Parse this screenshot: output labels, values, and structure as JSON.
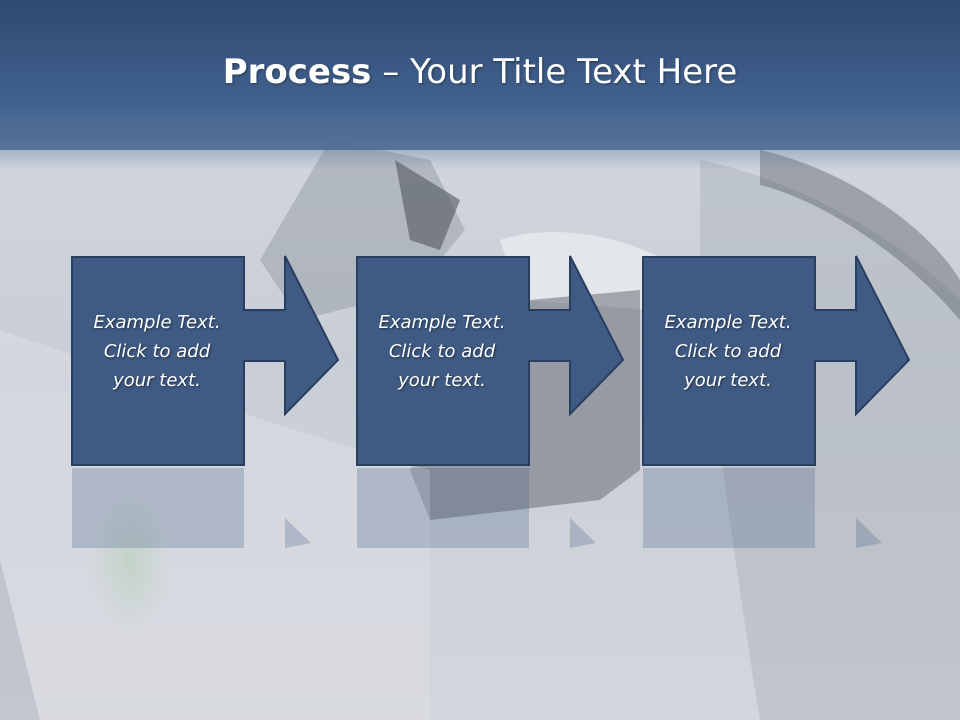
{
  "slide": {
    "title_bold": "Process",
    "title_rest": " – Your Title Text Here"
  },
  "steps": [
    {
      "line1": "Example Text.",
      "line2": "Click  to add",
      "line3": "your text."
    },
    {
      "line1": "Example Text.",
      "line2": "Click  to add",
      "line3": "your text."
    },
    {
      "line1": "Example Text.",
      "line2": "Click  to add",
      "line3": "your text."
    }
  ],
  "colors": {
    "title_bar": "#3b5a86",
    "shape_fill": "#3f5b84",
    "shape_border": "#2a3f60",
    "text": "#ffffff"
  }
}
